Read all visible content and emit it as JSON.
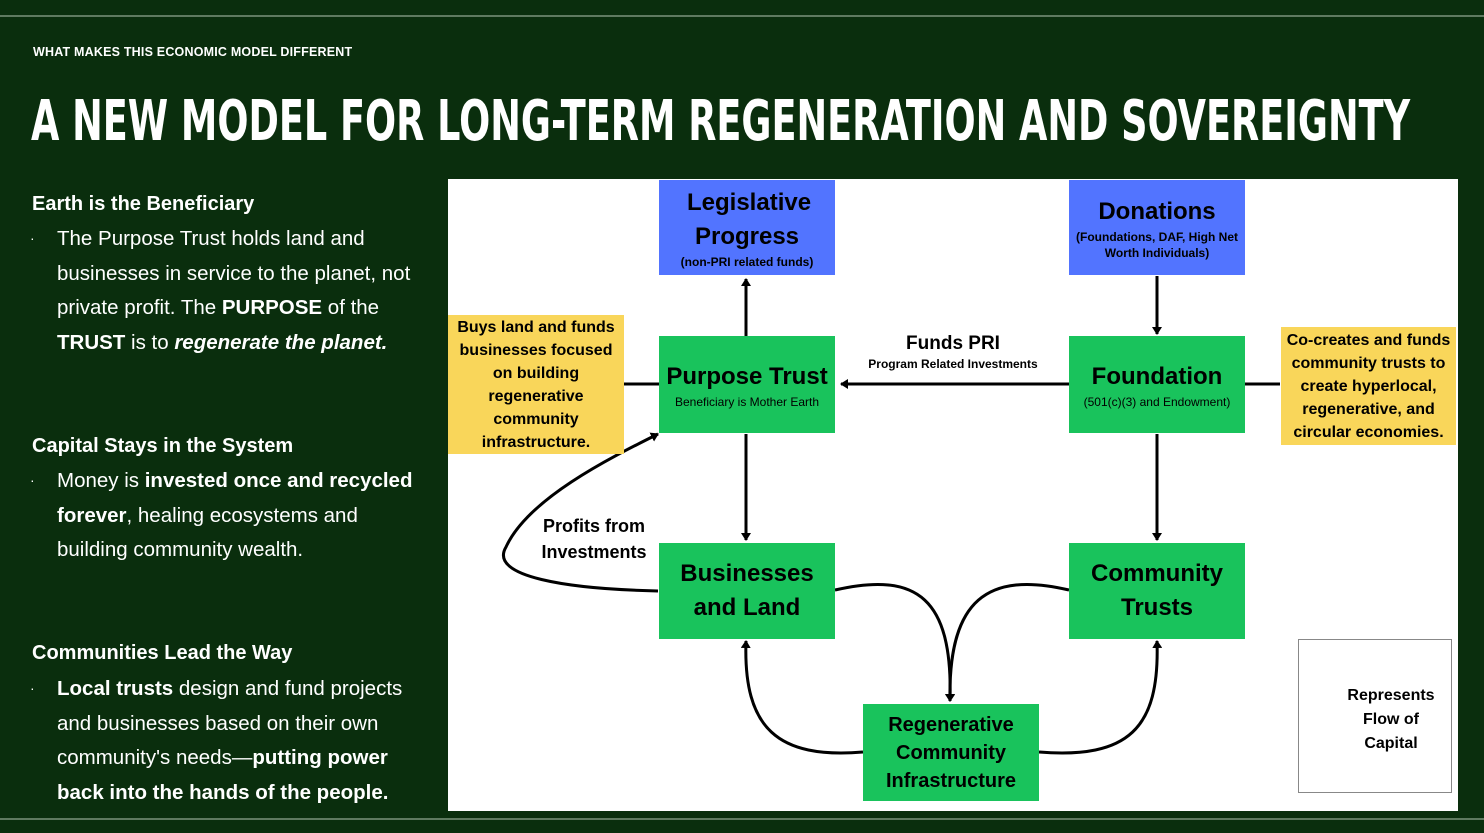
{
  "eyebrow": "WHAT MAKES THIS ECONOMIC MODEL DIFFERENT",
  "title": "A NEW MODEL FOR LONG-TERM REGENERATION AND SOVEREIGNTY",
  "bullet_glyph": "·",
  "sections": [
    {
      "heading": "Earth is the Beneficiary",
      "body": [
        {
          "t": "The Purpose Trust holds land and businesses in service to the planet, not private profit. The "
        },
        {
          "t": "PURPOSE",
          "b": true
        },
        {
          "t": " of the "
        },
        {
          "t": "TRUST",
          "b": true
        },
        {
          "t": " is to "
        },
        {
          "t": "regenerate the planet.",
          "b": true,
          "i": true
        }
      ]
    },
    {
      "heading": "Capital Stays in the System",
      "body": [
        {
          "t": "Money is "
        },
        {
          "t": "invested once and recycled forever",
          "b": true
        },
        {
          "t": ", healing ecosystems and building community wealth."
        }
      ]
    },
    {
      "heading": "Communities Lead the Way",
      "body": [
        {
          "t": "Local trusts",
          "b": true
        },
        {
          "t": " design and fund projects and businesses based on their own community's needs—"
        },
        {
          "t": "putting power back into the hands of the people.",
          "b": true
        }
      ]
    }
  ],
  "diagram": {
    "nodes": {
      "legislative": {
        "title": "Legislative Progress",
        "sub": "(non-PRI related funds)"
      },
      "donations": {
        "title": "Donations",
        "sub": "(Foundations, DAF, High Net Worth Individuals)"
      },
      "purpose_trust": {
        "title": "Purpose Trust",
        "sub": "Beneficiary is Mother Earth"
      },
      "foundation": {
        "title": "Foundation",
        "sub": "(501(c)(3) and Endowment)"
      },
      "businesses": {
        "title": "Businesses and Land"
      },
      "community_trusts": {
        "title": "Community Trusts"
      },
      "regenerative": {
        "title": "Regenerative Community Infrastructure"
      }
    },
    "notes": {
      "left": "Buys land and funds businesses focused on building regenerative community infrastructure.",
      "right": "Co-creates and funds community trusts to create hyperlocal, regenerative, and circular economies."
    },
    "edge_labels": {
      "funds_pri": "Funds PRI",
      "funds_pri_sub": "Program Related Investments",
      "profits": "Profits from Investments"
    },
    "legend": "Represents Flow of Capital"
  },
  "colors": {
    "background": "#0a2e0d",
    "node_green": "#19c35c",
    "node_blue": "#5274ff",
    "note_yellow": "#f9d65a"
  }
}
